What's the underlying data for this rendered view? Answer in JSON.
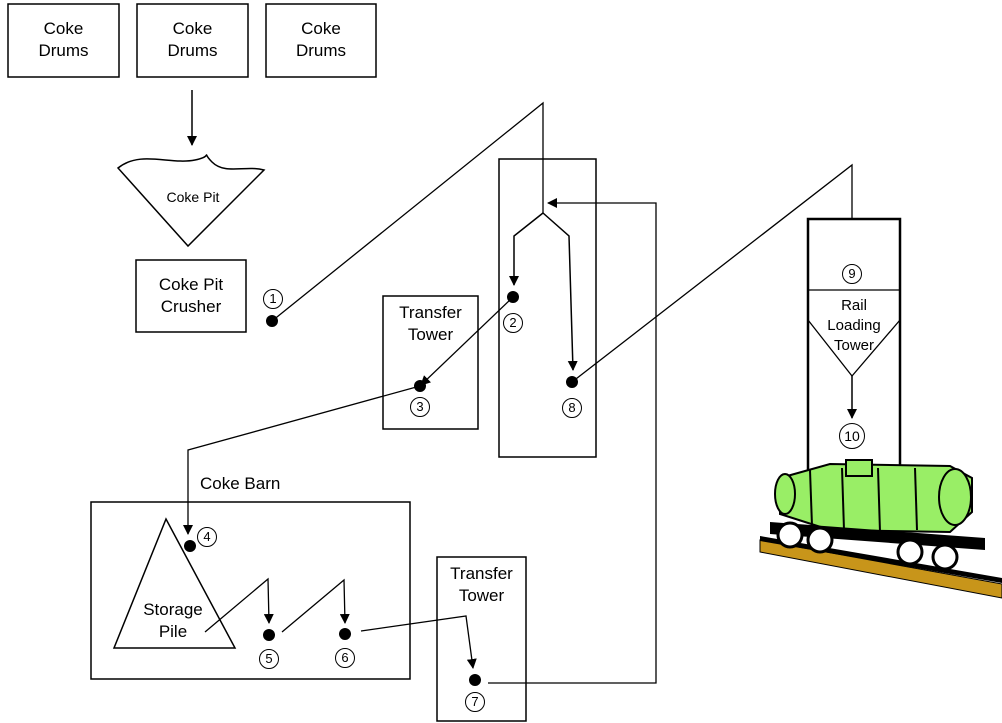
{
  "drums": [
    {
      "label": "Coke\nDrums"
    },
    {
      "label": "Coke\nDrums"
    },
    {
      "label": "Coke\nDrums"
    }
  ],
  "coke_pit": {
    "label": "Coke Pit"
  },
  "crusher": {
    "label": "Coke Pit\nCrusher"
  },
  "transfer_tower_1": {
    "label": "Transfer\nTower"
  },
  "transfer_tower_2": {
    "label": "Transfer\nTower"
  },
  "coke_barn": {
    "label": "Coke Barn"
  },
  "storage_pile": {
    "label": "Storage\nPile"
  },
  "rail_loading_tower": {
    "label": "Rail\nLoading\nTower"
  },
  "points": [
    "1",
    "2",
    "3",
    "4",
    "5",
    "6",
    "7",
    "8",
    "9",
    "10"
  ],
  "colors": {
    "tank_car": "#99ee66",
    "rail": "#c8951a",
    "line": "#000000"
  }
}
